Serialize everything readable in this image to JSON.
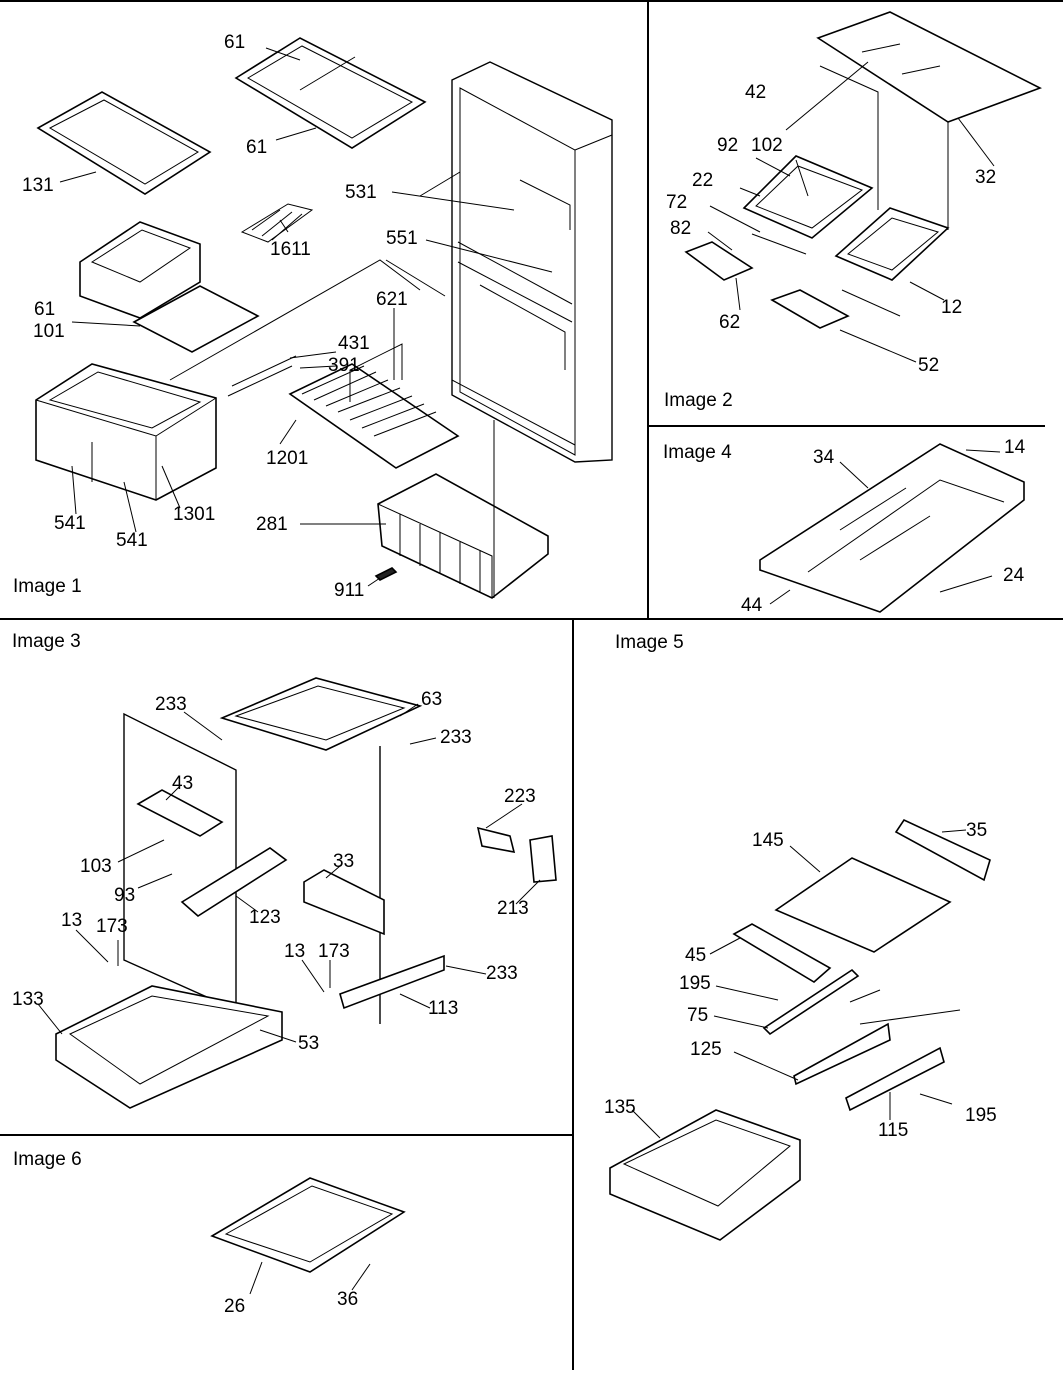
{
  "panels": [
    {
      "id": "image1",
      "title": "Image 1"
    },
    {
      "id": "image2",
      "title": "Image 2"
    },
    {
      "id": "image3",
      "title": "Image 3"
    },
    {
      "id": "image4",
      "title": "Image 4"
    },
    {
      "id": "image5",
      "title": "Image 5"
    },
    {
      "id": "image6",
      "title": "Image 6"
    }
  ],
  "callouts": {
    "image1": [
      "61",
      "61",
      "131",
      "531",
      "1611",
      "551",
      "61",
      "101",
      "621",
      "431",
      "391",
      "1201",
      "541",
      "541",
      "1301",
      "281",
      "911"
    ],
    "image2": [
      "42",
      "32",
      "92",
      "102",
      "22",
      "72",
      "82",
      "12",
      "62",
      "52"
    ],
    "image3": [
      "233",
      "63",
      "233",
      "43",
      "223",
      "103",
      "93",
      "33",
      "123",
      "213",
      "13",
      "173",
      "13",
      "173",
      "233",
      "133",
      "113",
      "53"
    ],
    "image4": [
      "14",
      "34",
      "44",
      "24"
    ],
    "image5": [
      "35",
      "145",
      "45",
      "195",
      "75",
      "125",
      "195",
      "135",
      "115"
    ],
    "image6": [
      "26",
      "36"
    ]
  }
}
